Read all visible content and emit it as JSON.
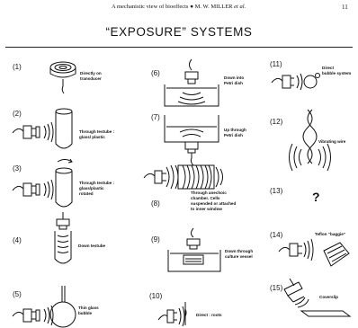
{
  "header": {
    "running_title": "A mechanistic view of bioeffects",
    "bullet": "●",
    "author": "M. W. MILLER",
    "etal": "et al.",
    "page_number": "11"
  },
  "title": "“EXPOSURE” SYSTEMS",
  "items": [
    {
      "num": "(1)",
      "caption": [
        "Directly on",
        "transducer"
      ]
    },
    {
      "num": "(2)",
      "caption": [
        "Through testube :",
        "glass/ plastic"
      ]
    },
    {
      "num": "(3)",
      "caption": [
        "Through testube :",
        "glass/plastic",
        "rotated"
      ]
    },
    {
      "num": "(4)",
      "caption": [
        "Down testube"
      ]
    },
    {
      "num": "(5)",
      "caption": [
        "Thin glass",
        "bubble"
      ]
    },
    {
      "num": "(6)",
      "caption": [
        "Down into",
        "Petri dish"
      ]
    },
    {
      "num": "(7)",
      "caption": [
        "Up through",
        "Petri dish"
      ]
    },
    {
      "num": "(8)",
      "caption": [
        "Through anechoic",
        "chamber. Cells",
        "suspended or attached",
        "to inner window"
      ]
    },
    {
      "num": "(9)",
      "caption": [
        "Down through",
        "culture vessel"
      ]
    },
    {
      "num": "(10)",
      "caption": [
        "Direct : roots"
      ]
    },
    {
      "num": "(11)",
      "caption": [
        "Direct",
        "bubble system"
      ]
    },
    {
      "num": "(12)",
      "caption": [
        "Vibrating wire"
      ]
    },
    {
      "num": "(13)",
      "caption": [
        "?"
      ]
    },
    {
      "num": "(14)",
      "caption": [
        "Teflon “baggie”"
      ]
    },
    {
      "num": "(15)",
      "caption": [
        "Coverslip"
      ]
    }
  ]
}
